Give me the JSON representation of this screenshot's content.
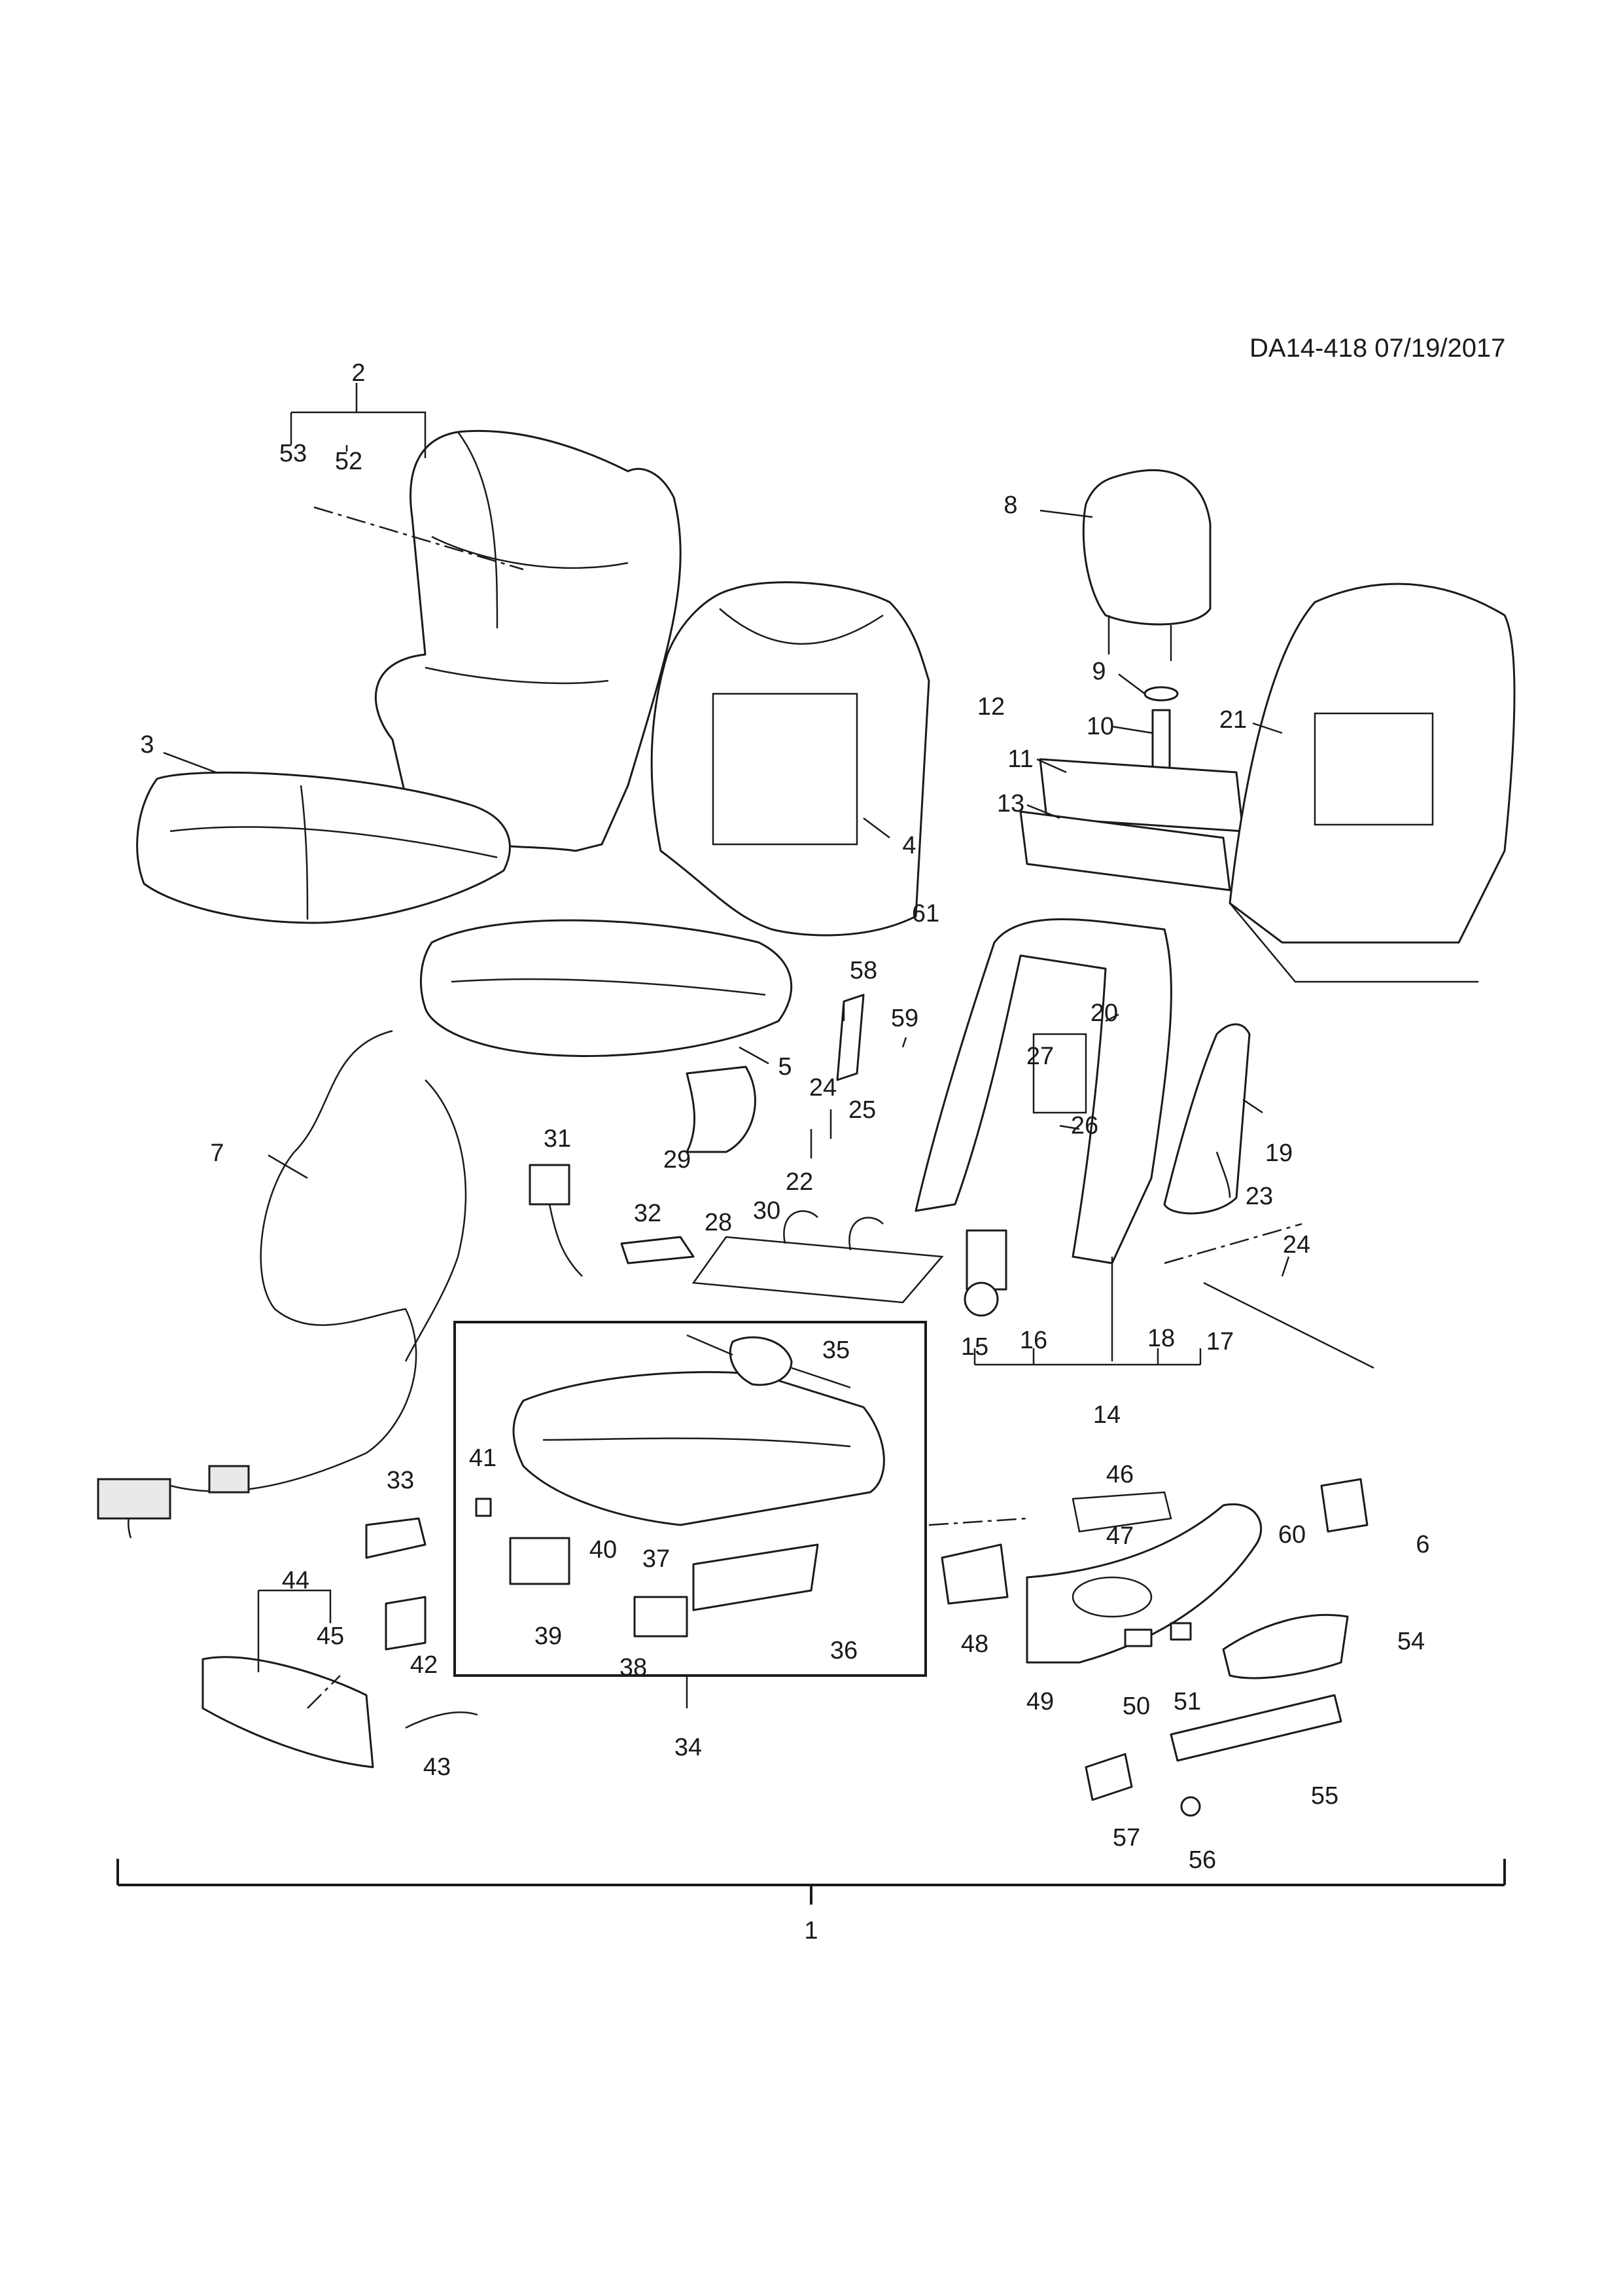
{
  "diagram": {
    "reference": "DA14-418 07/19/2017",
    "callouts": [
      {
        "id": "c1",
        "label": "1"
      },
      {
        "id": "c2",
        "label": "2"
      },
      {
        "id": "c3",
        "label": "3"
      },
      {
        "id": "c4",
        "label": "4"
      },
      {
        "id": "c5",
        "label": "5"
      },
      {
        "id": "c6",
        "label": "6"
      },
      {
        "id": "c7",
        "label": "7"
      },
      {
        "id": "c8",
        "label": "8"
      },
      {
        "id": "c9",
        "label": "9"
      },
      {
        "id": "c10",
        "label": "10"
      },
      {
        "id": "c11",
        "label": "11"
      },
      {
        "id": "c12",
        "label": "12"
      },
      {
        "id": "c13",
        "label": "13"
      },
      {
        "id": "c14",
        "label": "14"
      },
      {
        "id": "c15",
        "label": "15"
      },
      {
        "id": "c16",
        "label": "16"
      },
      {
        "id": "c17",
        "label": "17"
      },
      {
        "id": "c18",
        "label": "18"
      },
      {
        "id": "c19",
        "label": "19"
      },
      {
        "id": "c20",
        "label": "20"
      },
      {
        "id": "c21",
        "label": "21"
      },
      {
        "id": "c22",
        "label": "22"
      },
      {
        "id": "c23",
        "label": "23"
      },
      {
        "id": "c24a",
        "label": "24"
      },
      {
        "id": "c24b",
        "label": "24"
      },
      {
        "id": "c25",
        "label": "25"
      },
      {
        "id": "c26",
        "label": "26"
      },
      {
        "id": "c27",
        "label": "27"
      },
      {
        "id": "c28",
        "label": "28"
      },
      {
        "id": "c29",
        "label": "29"
      },
      {
        "id": "c30",
        "label": "30"
      },
      {
        "id": "c31",
        "label": "31"
      },
      {
        "id": "c32",
        "label": "32"
      },
      {
        "id": "c33",
        "label": "33"
      },
      {
        "id": "c34",
        "label": "34"
      },
      {
        "id": "c35",
        "label": "35"
      },
      {
        "id": "c36",
        "label": "36"
      },
      {
        "id": "c37",
        "label": "37"
      },
      {
        "id": "c38",
        "label": "38"
      },
      {
        "id": "c39",
        "label": "39"
      },
      {
        "id": "c40",
        "label": "40"
      },
      {
        "id": "c41",
        "label": "41"
      },
      {
        "id": "c42",
        "label": "42"
      },
      {
        "id": "c43",
        "label": "43"
      },
      {
        "id": "c44",
        "label": "44"
      },
      {
        "id": "c45",
        "label": "45"
      },
      {
        "id": "c46",
        "label": "46"
      },
      {
        "id": "c47",
        "label": "47"
      },
      {
        "id": "c48",
        "label": "48"
      },
      {
        "id": "c49",
        "label": "49"
      },
      {
        "id": "c50",
        "label": "50"
      },
      {
        "id": "c51",
        "label": "51"
      },
      {
        "id": "c52",
        "label": "52"
      },
      {
        "id": "c53",
        "label": "53"
      },
      {
        "id": "c54",
        "label": "54"
      },
      {
        "id": "c55",
        "label": "55"
      },
      {
        "id": "c56",
        "label": "56"
      },
      {
        "id": "c57",
        "label": "57"
      },
      {
        "id": "c58",
        "label": "58"
      },
      {
        "id": "c59",
        "label": "59"
      },
      {
        "id": "c60",
        "label": "60"
      },
      {
        "id": "c61",
        "label": "61"
      }
    ]
  }
}
